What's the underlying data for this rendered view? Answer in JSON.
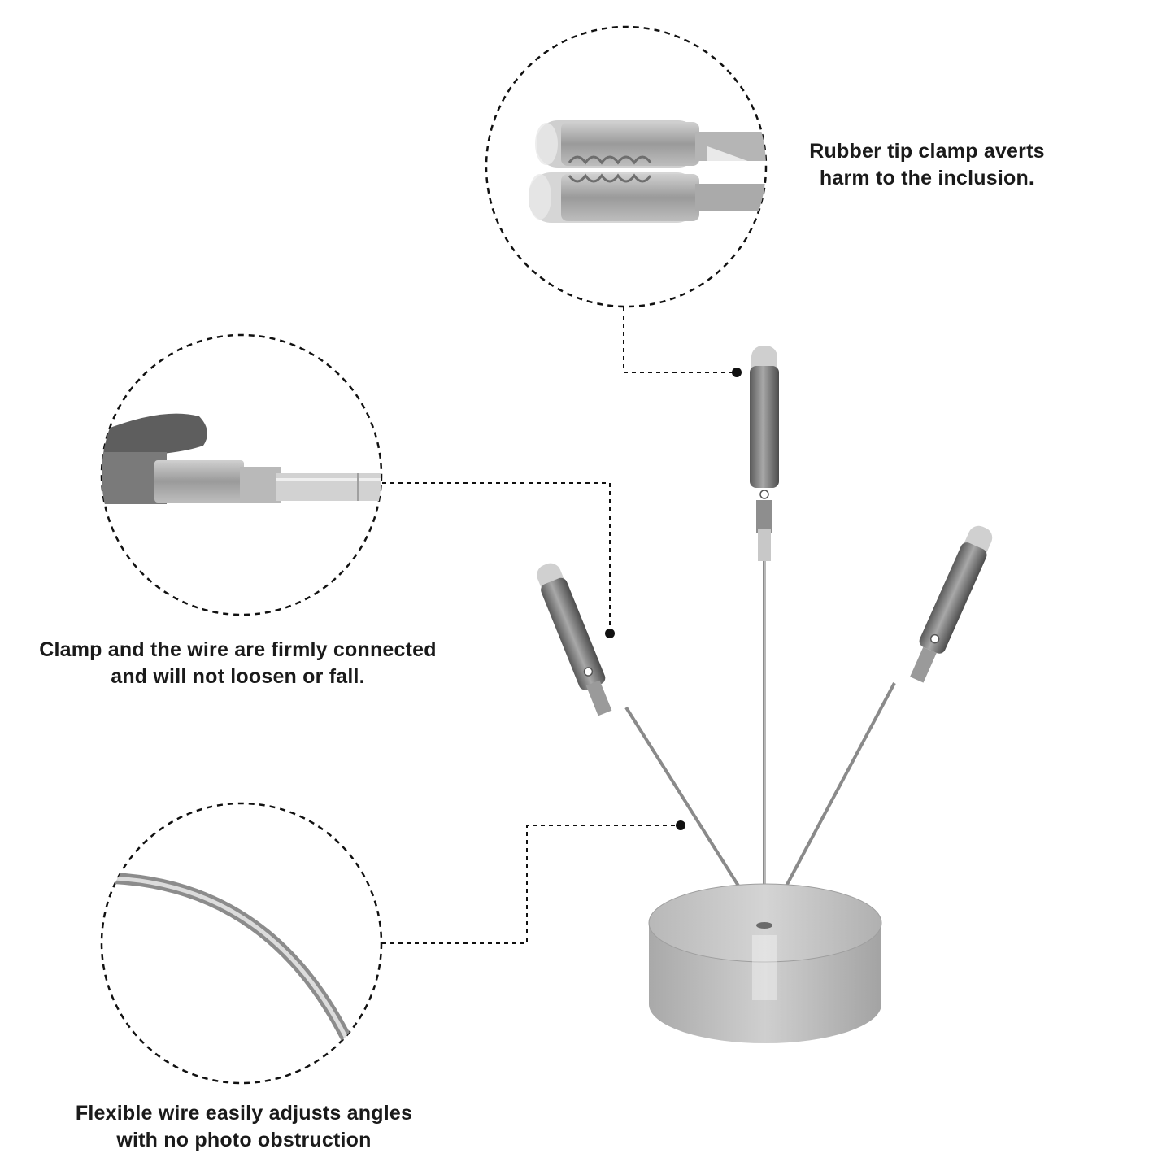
{
  "captions": {
    "rubber_tip": {
      "line1": "Rubber tip clamp averts",
      "line2": "harm to the inclusion."
    },
    "clamp_wire": {
      "line1": "Clamp and the wire are firmly connected",
      "line2": "and will not loosen or fall."
    },
    "flexible_wire": {
      "line1": "Flexible wire easily adjusts angles",
      "line2": "with no photo obstruction"
    }
  },
  "colors": {
    "text": "#1a1a1a",
    "metal": "#9c9c9c",
    "base": "#c4c4c4",
    "dashed_line": "#111111"
  }
}
